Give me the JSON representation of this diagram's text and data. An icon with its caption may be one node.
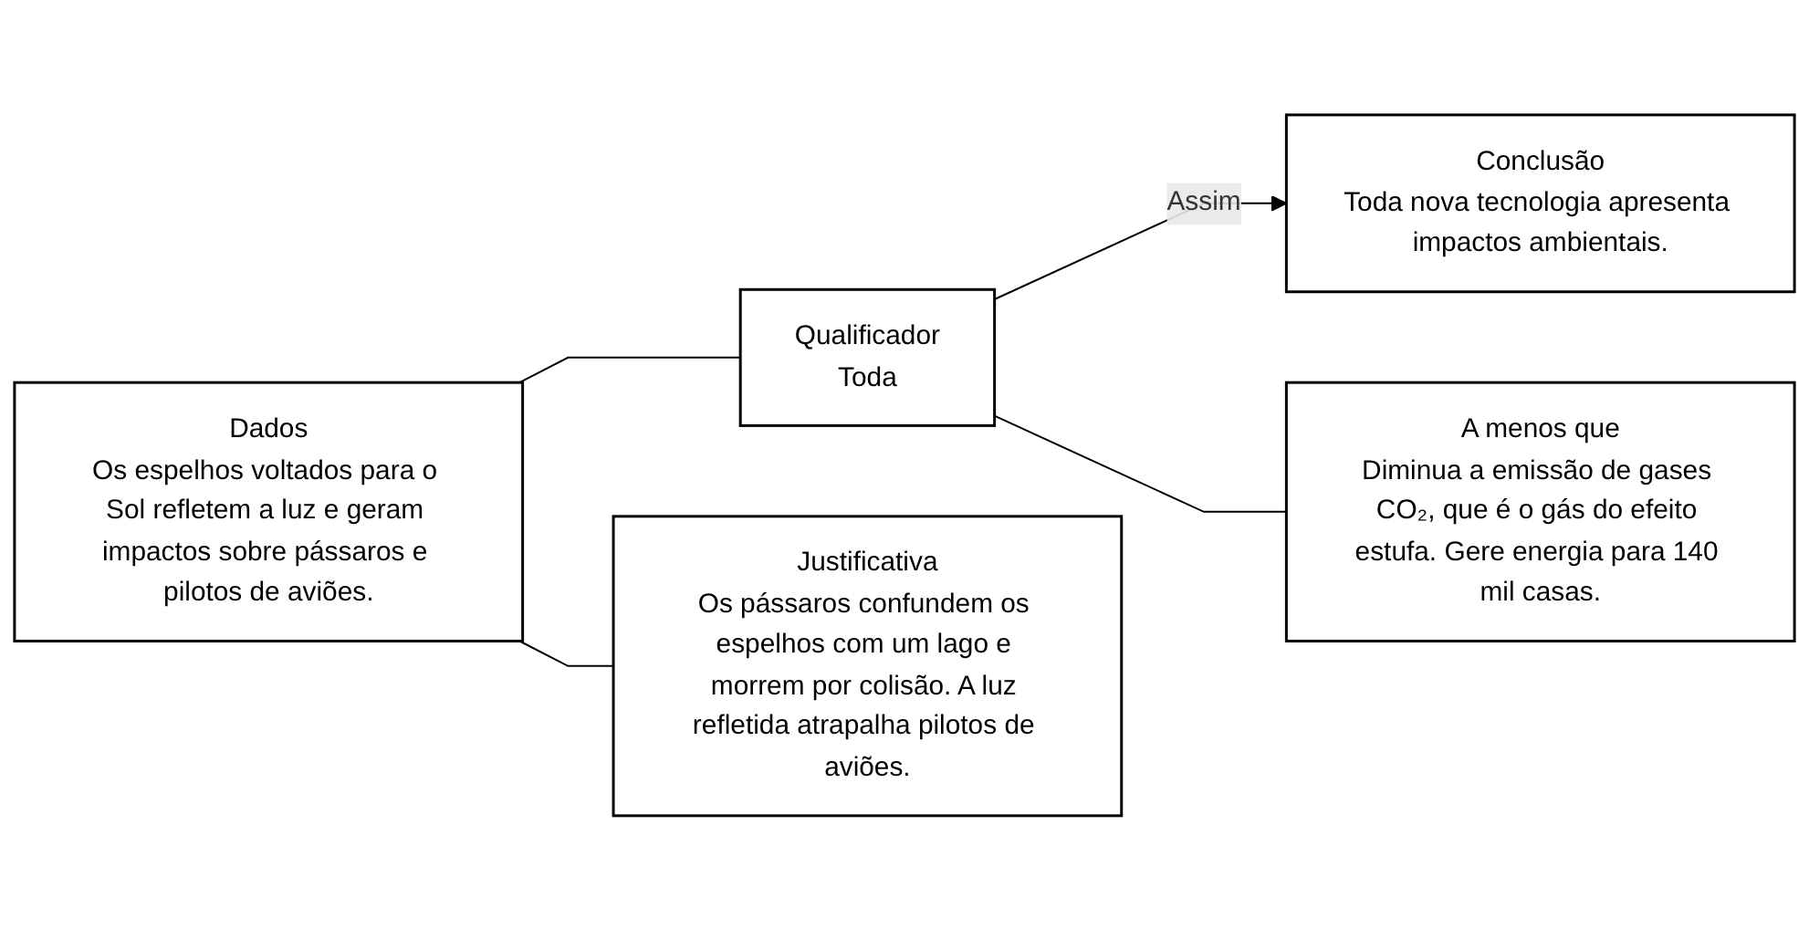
{
  "diagram": {
    "nodes": [
      {
        "text": [
          "Dados",
          "Os espelhos voltados para o Sol refletem a luz e geram impactos sobre pássaros e pilotos de aviões."
        ]
      },
      {
        "text": [
          "Qualificador",
          "Toda"
        ]
      },
      {
        "text": [
          "Conclusão",
          "Toda nova tecnologia apresenta impactos ambientais."
        ]
      },
      {
        "text": [
          "Justificativa",
          "Os pássaros confundem os espelhos com um lago e morrem por colisão. A luz refletida atrapalha pilotos de aviões."
        ]
      },
      {
        "text": [
          "A menos que",
          "Diminua a emissão de gases CO₂, que é o gás do efeito estufa. Gere energia para 140 mil casas."
        ]
      }
    ],
    "edges": [
      {
        "from": 0,
        "to": 1,
        "arrow": "none"
      },
      {
        "from": 1,
        "to": 2,
        "arrow": "to",
        "label": "Assim"
      },
      {
        "from": 0,
        "to": 3,
        "arrow": "none"
      },
      {
        "from": 1,
        "to": 4,
        "arrow": "none"
      }
    ]
  }
}
